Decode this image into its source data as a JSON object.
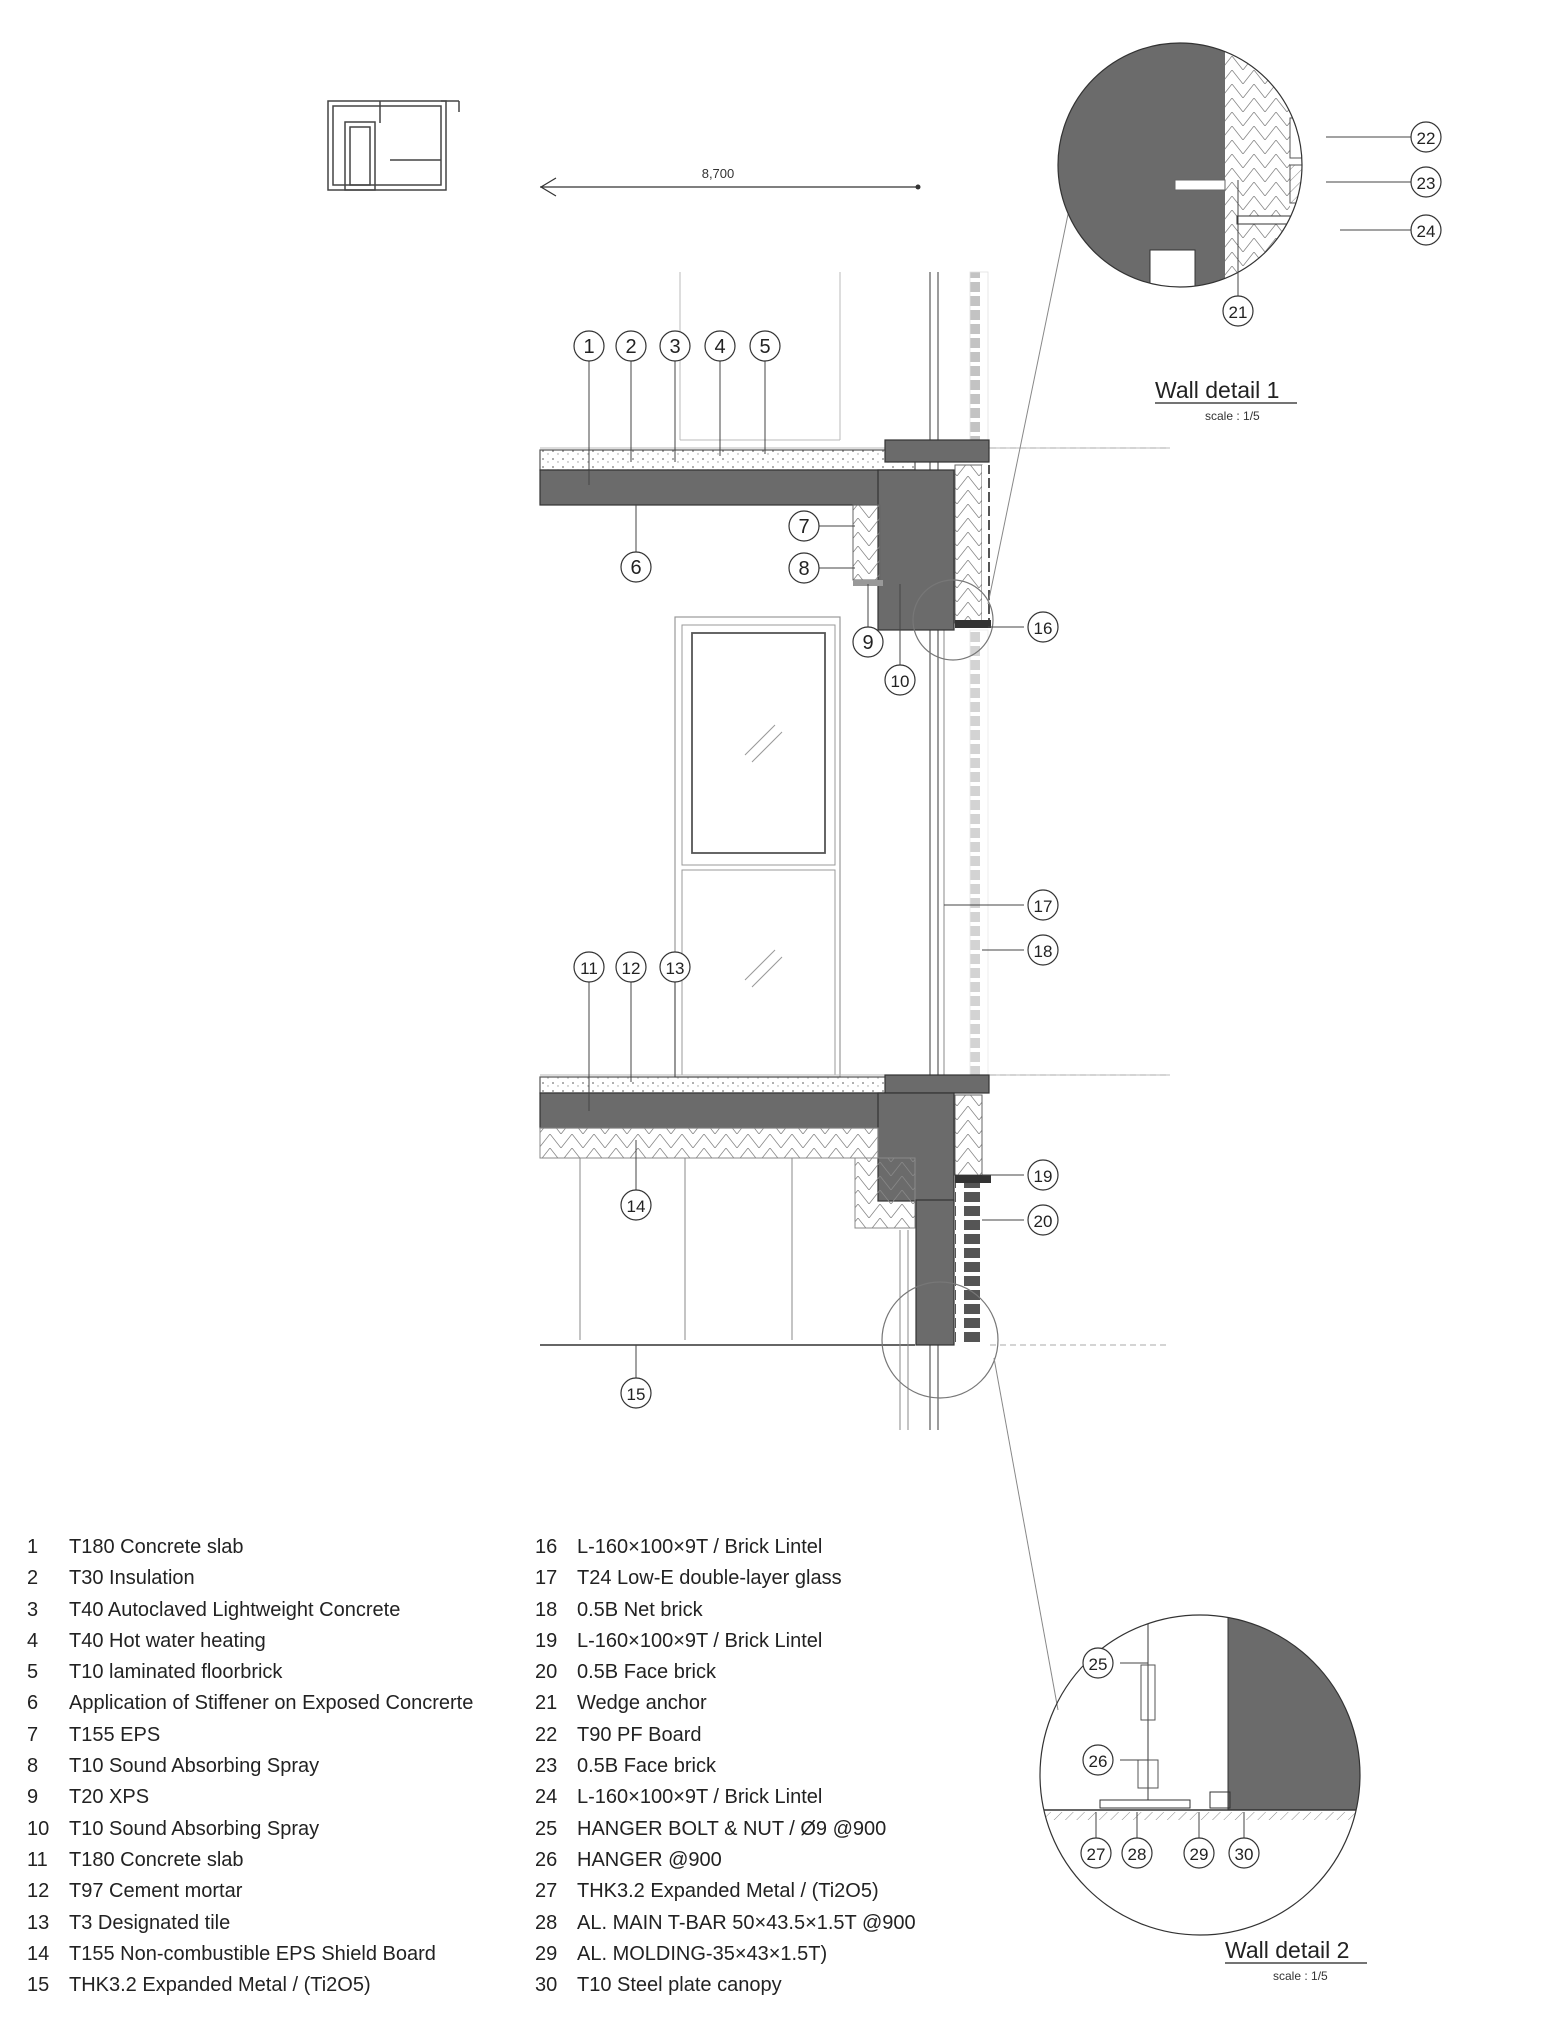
{
  "dimension": {
    "label": "8,700"
  },
  "details": [
    {
      "title": "Wall detail 1",
      "scale": "scale : 1/5"
    },
    {
      "title": "Wall detail 2",
      "scale": "scale : 1/5"
    }
  ],
  "callouts": [
    "1",
    "2",
    "3",
    "4",
    "5",
    "6",
    "7",
    "8",
    "9",
    "10",
    "11",
    "12",
    "13",
    "14",
    "15",
    "16",
    "17",
    "18",
    "19",
    "20",
    "21",
    "22",
    "23",
    "24",
    "25",
    "26",
    "27",
    "28",
    "29",
    "30"
  ],
  "legend_left": [
    {
      "num": "1",
      "text": "T180 Concrete slab"
    },
    {
      "num": "2",
      "text": "T30 Insulation"
    },
    {
      "num": "3",
      "text": "T40 Autoclaved Lightweight Concrete"
    },
    {
      "num": "4",
      "text": "T40 Hot water heating"
    },
    {
      "num": "5",
      "text": "T10 laminated floorbrick"
    },
    {
      "num": "6",
      "text": "Application of Stiffener on Exposed Concrerte"
    },
    {
      "num": "7",
      "text": "T155 EPS"
    },
    {
      "num": "8",
      "text": "T10 Sound Absorbing Spray"
    },
    {
      "num": "9",
      "text": "T20 XPS"
    },
    {
      "num": "10",
      "text": "T10 Sound Absorbing Spray"
    },
    {
      "num": "11",
      "text": "T180 Concrete slab"
    },
    {
      "num": "12",
      "text": "T97 Cement mortar"
    },
    {
      "num": "13",
      "text": "T3 Designated tile"
    },
    {
      "num": "14",
      "text": "T155 Non-combustible EPS Shield  Board"
    },
    {
      "num": "15",
      "text": "THK3.2 Expanded Metal / (Ti2O5)"
    }
  ],
  "legend_right": [
    {
      "num": "16",
      "text": "L-160×100×9T / Brick Lintel"
    },
    {
      "num": "17",
      "text": "T24 Low-E double-layer glass"
    },
    {
      "num": "18",
      "text": "0.5B Net brick"
    },
    {
      "num": "19",
      "text": "L-160×100×9T / Brick Lintel"
    },
    {
      "num": "20",
      "text": "0.5B Face brick"
    },
    {
      "num": "21",
      "text": "Wedge anchor"
    },
    {
      "num": "22",
      "text": "T90 PF Board"
    },
    {
      "num": "23",
      "text": "0.5B Face brick"
    },
    {
      "num": "24",
      "text": "L-160×100×9T / Brick Lintel"
    },
    {
      "num": "25",
      "text": "HANGER BOLT & NUT / Ø9 @900"
    },
    {
      "num": "26",
      "text": "HANGER @900"
    },
    {
      "num": "27",
      "text": "THK3.2 Expanded Metal / (Ti2O5)"
    },
    {
      "num": "28",
      "text": "AL. MAIN T-BAR 50×43.5×1.5T @900"
    },
    {
      "num": "29",
      "text": "AL. MOLDING-35×43×1.5T)"
    },
    {
      "num": "30",
      "text": "T10 Steel plate canopy"
    }
  ],
  "colors": {
    "concrete": "#6b6b6b",
    "line": "#333333",
    "light": "#b5b5b5"
  }
}
